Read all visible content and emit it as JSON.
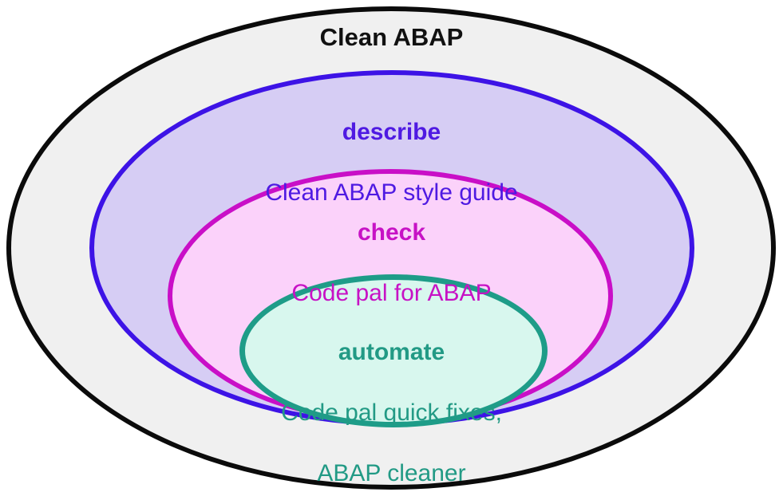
{
  "diagram": {
    "title": "Clean ABAP",
    "title_color": "#111111",
    "outer_ring": {
      "label": "Clean ABAP",
      "border_color": "#0b0b0b",
      "fill_color": "#f0f0f0"
    },
    "rings": [
      {
        "heading": "describe",
        "lines": [
          "Clean ABAP style guide"
        ],
        "border_color": "#3d13e6",
        "fill_color": "#d6cdf4",
        "text_color": "#4f1ae2"
      },
      {
        "heading": "check",
        "lines": [
          "Code pal for ABAP"
        ],
        "border_color": "#c90fc7",
        "fill_color": "#fbd2fa",
        "text_color": "#c712c5"
      },
      {
        "heading": "automate",
        "lines": [
          "Code pal quick fixes,",
          "ABAP cleaner"
        ],
        "border_color": "#1e9c88",
        "fill_color": "#d8f7ee",
        "text_color": "#229a85"
      }
    ]
  }
}
